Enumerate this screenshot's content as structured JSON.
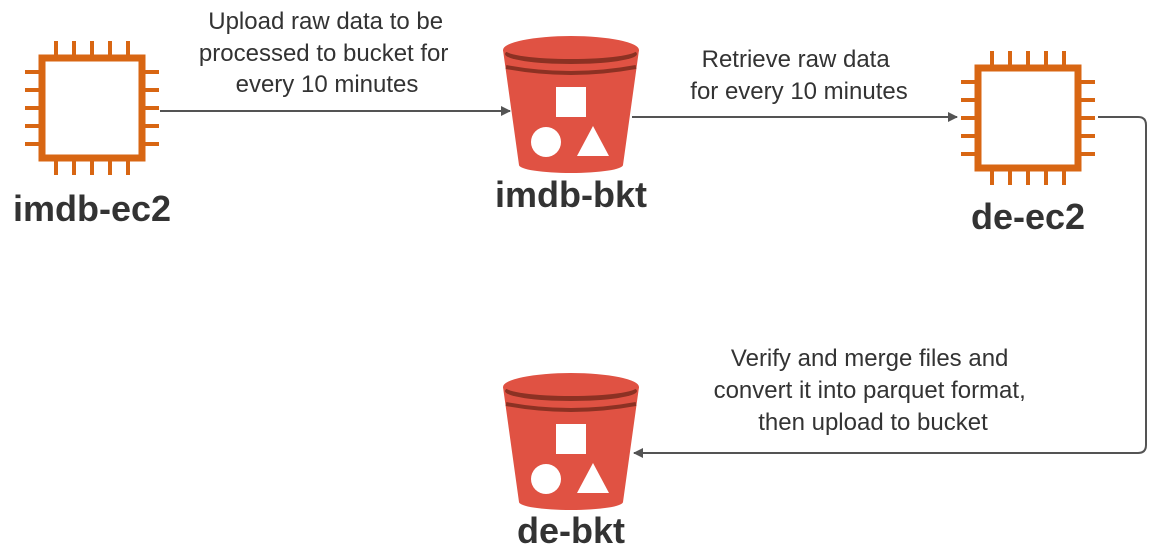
{
  "colors": {
    "ec2": "#D86613",
    "bucket": "#E05243",
    "bucket_dark": "#8C3123",
    "edge": "#545454",
    "text": "#333333"
  },
  "nodes": {
    "imdb_ec2": {
      "label": "imdb-ec2",
      "icon": "ec2-instance-icon"
    },
    "imdb_bkt": {
      "label": "imdb-bkt",
      "icon": "s3-bucket-icon"
    },
    "de_ec2": {
      "label": "de-ec2",
      "icon": "ec2-instance-icon"
    },
    "de_bkt": {
      "label": "de-bkt",
      "icon": "s3-bucket-icon"
    }
  },
  "edges": {
    "upload": {
      "lines": [
        "Upload raw data to be",
        "processed to bucket for",
        "every 10 minutes"
      ]
    },
    "retrieve": {
      "lines": [
        "Retrieve raw data",
        "for every 10 minutes"
      ]
    },
    "merge": {
      "lines": [
        "Verify and merge files and",
        "convert it into parquet format,",
        "then upload to bucket"
      ]
    }
  }
}
